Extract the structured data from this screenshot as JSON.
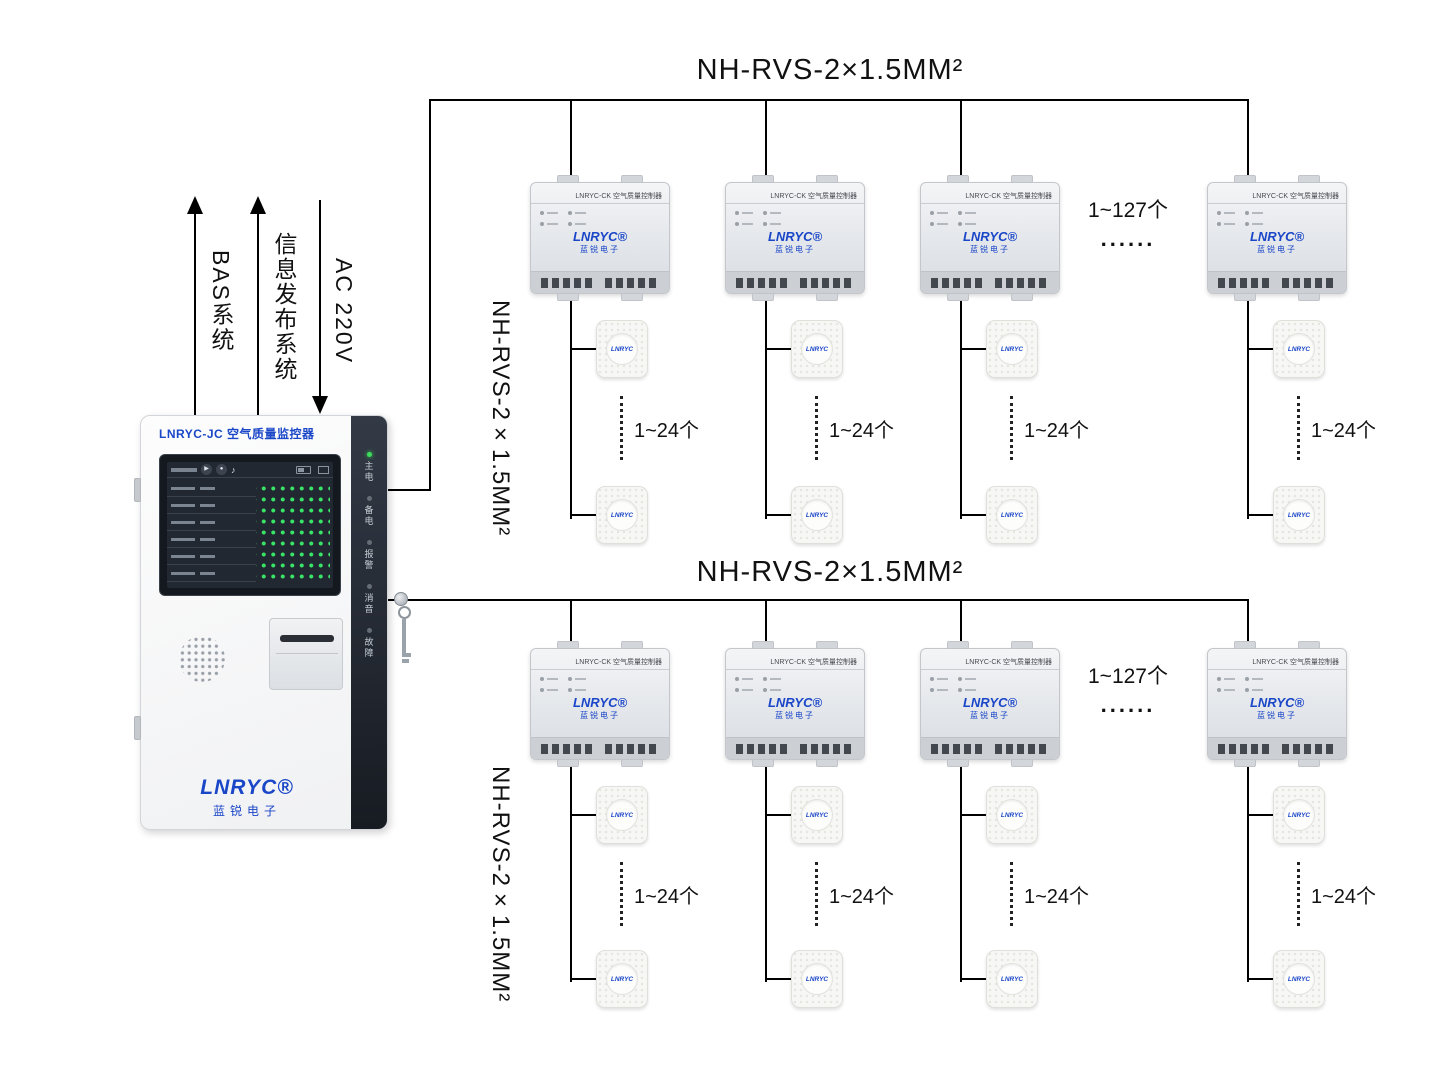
{
  "diagram": {
    "cable_spec": "NH-RVS-2×1.5MM²",
    "controller_count": "1~127个",
    "controller_ellipsis": "......",
    "sensor_count": "1~24个",
    "arrow_bas": "BAS系统",
    "arrow_info": "信息发布系统",
    "arrow_ac": "AC 220V"
  },
  "monitor": {
    "title": "LNRYC-JC 空气质量监控器",
    "leds": [
      "主电",
      "备电",
      "报警",
      "消音",
      "故障"
    ],
    "brand": "LNRYC®",
    "brand_cn": "蓝锐电子"
  },
  "controller": {
    "title": "LNRYC-CK 空气质量控制器",
    "brand": "LNRYC®",
    "brand_cn": "蓝锐电子"
  },
  "sensor": {
    "brand": "LNRYC"
  },
  "colors": {
    "brand_blue": "#1a46c8",
    "led_green": "#3ddb5a",
    "line": "#000000"
  }
}
